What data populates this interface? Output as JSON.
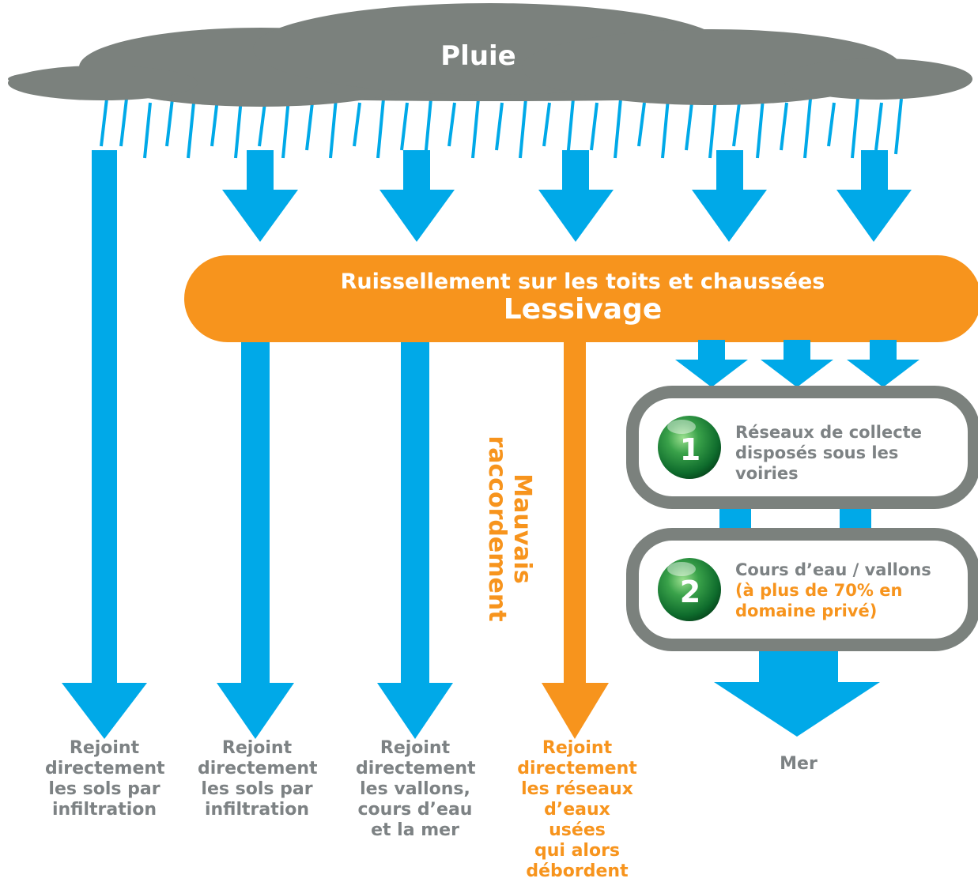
{
  "cloud": {
    "label": "Pluie",
    "color": "#7b817d"
  },
  "runoff": {
    "line1": "Ruissellement sur les toits et chaussées",
    "line2": "Lessivage",
    "color": "#f7941d"
  },
  "bad_connection": {
    "lines": [
      "Mauvais",
      "raccordement"
    ]
  },
  "boxes": [
    {
      "number": "1",
      "lines": [
        "Réseaux de collecte",
        "disposés sous les",
        "voiries"
      ]
    },
    {
      "number": "2",
      "lines": [
        "Cours d’eau / vallons"
      ],
      "highlight_lines": [
        "(à plus de 70% en",
        "domaine privé)"
      ]
    }
  ],
  "outcomes": [
    {
      "lines": [
        "Rejoint",
        "directement",
        "les sols par",
        "infiltration"
      ]
    },
    {
      "lines": [
        "Rejoint",
        "directement",
        "les sols par",
        "infiltration"
      ]
    },
    {
      "lines": [
        "Rejoint",
        "directement",
        "les vallons,",
        "cours d’eau",
        "et la mer"
      ]
    },
    {
      "lines": [
        "Rejoint",
        "directement",
        "les réseaux",
        "d’eaux usées",
        "qui alors",
        "débordent"
      ]
    },
    {
      "lines": [
        "Mer"
      ]
    }
  ],
  "colors": {
    "arrow_blue": "#00a9e8",
    "orange": "#f7941d",
    "grey_text": "#7d8284",
    "box_border": "#7b817d",
    "sphere_green": "#1e8a3a"
  }
}
